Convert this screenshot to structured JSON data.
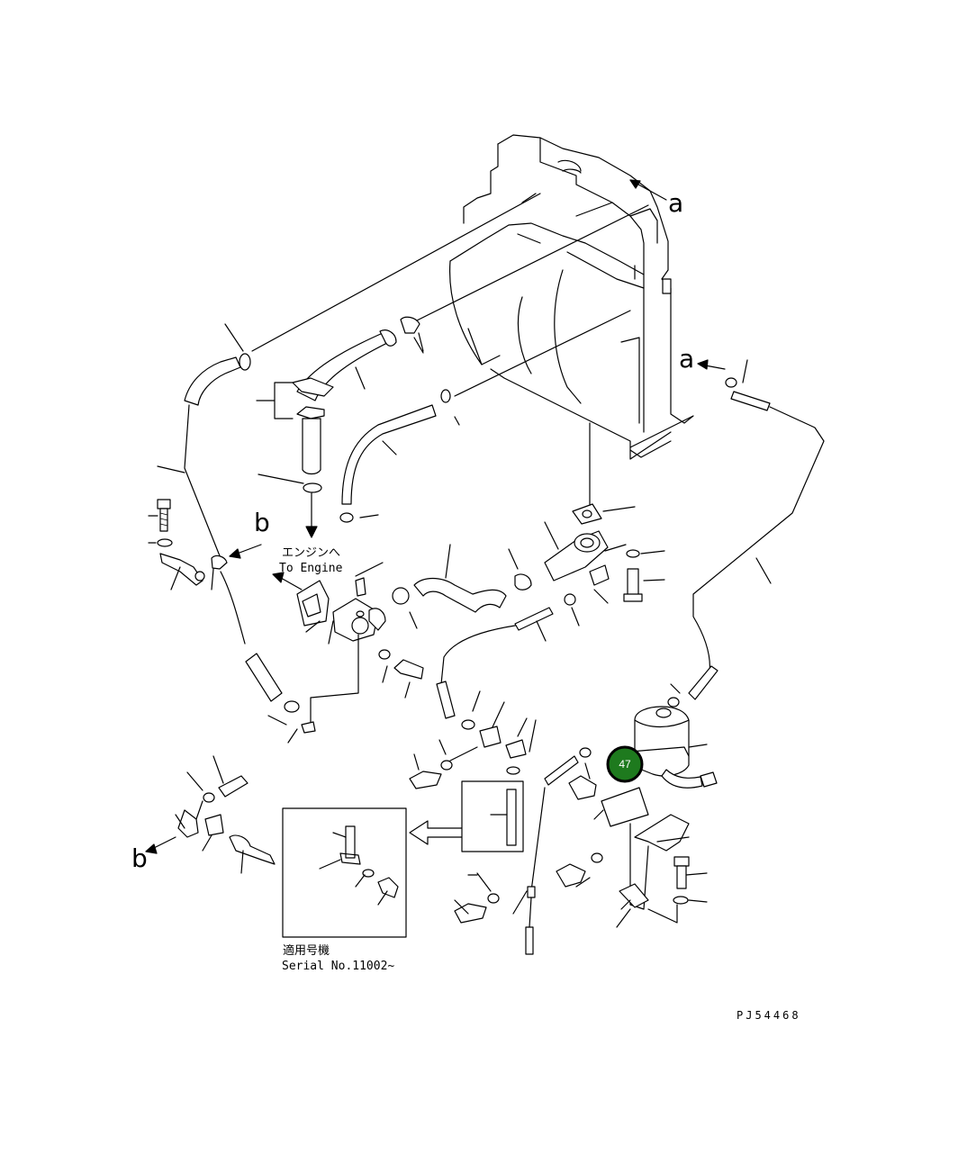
{
  "diagram": {
    "ref_letters": {
      "a_top": "a",
      "a_right": "a",
      "b_left": "b",
      "b_bottom": "b"
    },
    "engine_label_jp": "エンジンへ",
    "engine_label_en": "To Engine",
    "serial_label_jp": "適用号機",
    "serial_label_en": "Serial No.11002~",
    "drawing_code": "PJ54468",
    "callout": {
      "number": "47",
      "fill_color": "#1e7a1e",
      "ring_color": "#000000"
    }
  }
}
